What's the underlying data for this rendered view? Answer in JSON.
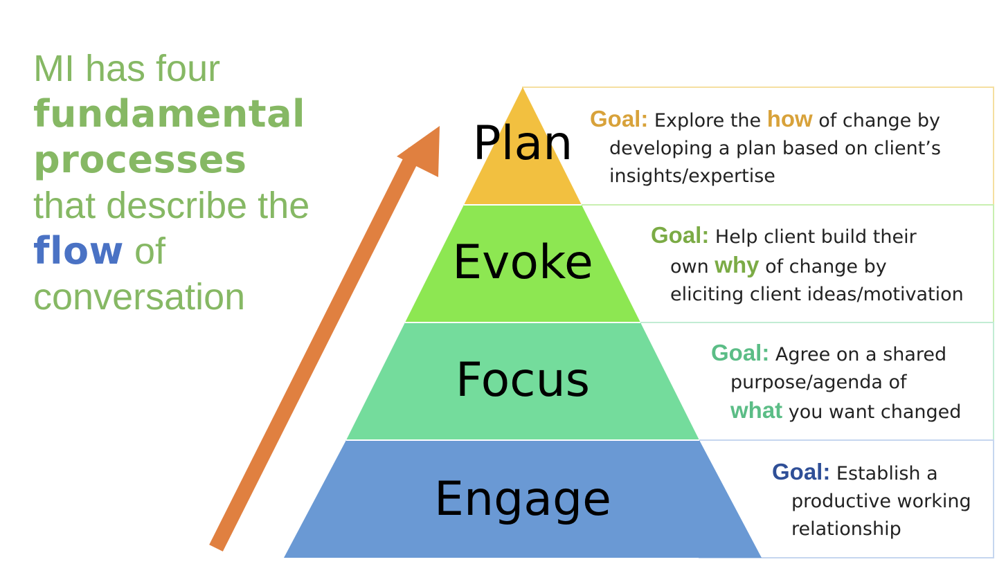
{
  "intro": {
    "l1": "MI has four",
    "l2": "fundamental",
    "l3": "processes",
    "l4": "that describe the",
    "l5a": "flow",
    "l5b": " of",
    "l6": "conversation"
  },
  "tiers": [
    {
      "name": "Plan",
      "goal_label": "Goal:",
      "line1a": " Explore the ",
      "keyword": "how",
      "line1b": " of change by",
      "line2": "developing a plan based on client’s",
      "line3": "insights/expertise",
      "color": "#f2c040"
    },
    {
      "name": "Evoke",
      "goal_label": "Goal:",
      "line1": " Help client build their",
      "line2a": "own ",
      "keyword": "why",
      "line2b": " of change by",
      "line3": "eliciting client ideas/motivation",
      "color": "#8de752"
    },
    {
      "name": "Focus",
      "goal_label": "Goal:",
      "line1": " Agree on a shared",
      "line2": "purpose/agenda of",
      "keyword": "what",
      "line3b": " you want changed",
      "color": "#74dc9c"
    },
    {
      "name": "Engage",
      "goal_label": "Goal:",
      "line1": " Establish a",
      "line2": "productive working",
      "line3": "relationship",
      "color": "#6a99d4"
    }
  ],
  "colors": {
    "arrow": "#e08040",
    "intro_text": "#86b864",
    "flow_word": "#4a72c4",
    "plan_goal": "#d8a23a",
    "evoke_goal": "#7bab45",
    "focus_goal": "#5bbd86",
    "engage_goal": "#2f4f97"
  }
}
